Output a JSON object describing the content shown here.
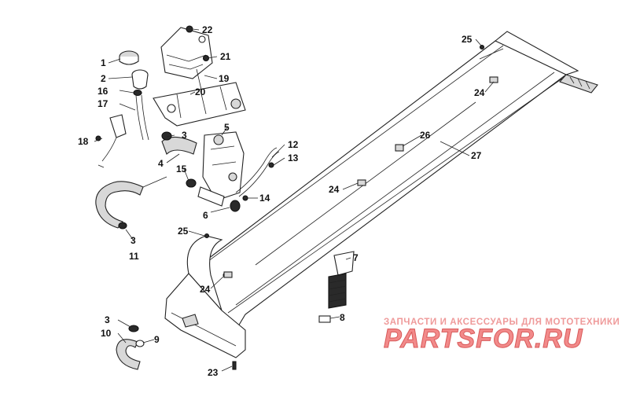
{
  "diagram": {
    "callouts": [
      "1",
      "2",
      "3",
      "3",
      "3",
      "4",
      "5",
      "6",
      "7",
      "8",
      "9",
      "10",
      "11",
      "12",
      "13",
      "14",
      "15",
      "16",
      "17",
      "18",
      "19",
      "20",
      "21",
      "22",
      "23",
      "24",
      "24",
      "24",
      "25",
      "25",
      "26",
      "27"
    ]
  },
  "watermark": {
    "caption": "ЗАПЧАСТИ И АКСЕССУАРЫ ДЛЯ МОТОТЕХНИКИ",
    "logo": "PARTSFOR.RU"
  }
}
